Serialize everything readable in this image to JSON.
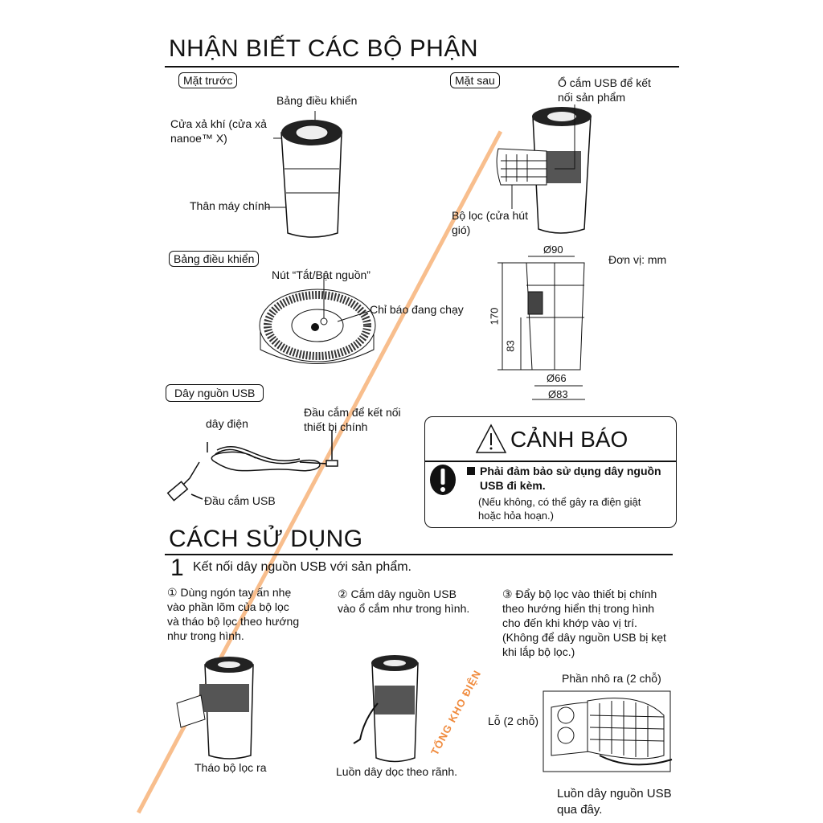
{
  "section1": {
    "title": "NHẬN BIẾT CÁC BỘ PHẬN",
    "front": {
      "label": "Mặt trước",
      "control_panel": "Bảng điều khiển",
      "air_outlet": "Cửa xả khí (cửa xả nanoe™ X)",
      "main_body": "Thân máy chính"
    },
    "back": {
      "label": "Mặt sau",
      "usb_port": "Ổ cắm USB để kết nối sản phẩm",
      "filter": "Bộ lọc (cửa hút gió)"
    },
    "panel": {
      "label": "Bảng điều khiển",
      "power_button": "Nút “Tắt/Bật nguồn”",
      "indicator": "Chỉ báo đang chạy"
    },
    "dimensions": {
      "unit": "Đơn vị: mm",
      "top_diameter": "Ø90",
      "height": "170",
      "lower_height": "83",
      "bottom_inner": "Ø66",
      "bottom_outer": "Ø83"
    },
    "usb_cable": {
      "label": "Dây nguồn USB",
      "wire": "dây điện",
      "device_plug": "Đầu cắm để kết nối thiết bị chính",
      "usb_plug": "Đầu cắm USB"
    },
    "warning": {
      "title": "CẢNH BÁO",
      "main": "Phải đảm bảo sử dụng dây nguồn USB đi kèm.",
      "note": "(Nếu không, có thể gây ra điện giật hoặc hỏa hoạn.)"
    }
  },
  "section2": {
    "title": "CÁCH SỬ DỤNG",
    "step_number": "1",
    "step_title": "Kết nối dây nguồn USB với sản phẩm.",
    "substeps": [
      {
        "marker": "①",
        "text": "Dùng ngón tay ấn nhẹ vào phần lõm của bộ lọc và tháo bộ lọc theo hướng như trong hình.",
        "caption": "Tháo bộ lọc ra"
      },
      {
        "marker": "②",
        "text": "Cắm dây nguồn USB vào ổ cắm như trong hình.",
        "caption": "Luồn dây dọc theo rãnh."
      },
      {
        "marker": "③",
        "text": "Đẩy bộ lọc vào thiết bị chính theo hướng hiển thị trong hình cho đến khi khớp vào vị trí. (Không để dây nguồn USB bị kẹt khi lắp bộ lọc.)",
        "caption": "Luồn dây nguồn USB qua đây.",
        "protrusion": "Phần nhô ra (2 chỗ)",
        "holes": "Lỗ (2 chỗ)"
      }
    ]
  },
  "watermark": "TỔNG KHO ĐIỆN",
  "colors": {
    "watermark": "#f08a3c",
    "ink": "#111111"
  }
}
